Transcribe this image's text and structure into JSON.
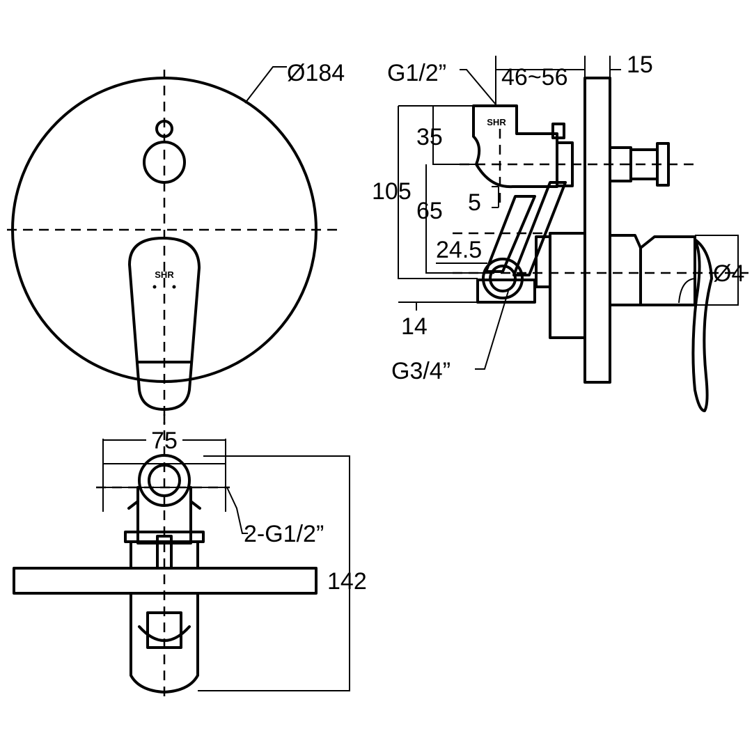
{
  "front_view": {
    "diameter_label": "Ø184",
    "logo_text": "SHR"
  },
  "side_view": {
    "inlet_thread_label": "G1/2”",
    "wall_depth_label": "46~56",
    "plate_thickness_label": "15",
    "height_35_label": "35",
    "height_105_label": "105",
    "height_65_label": "65",
    "offset_5_label": "5",
    "offset_24_5_label": "24.5",
    "diameter_small_label": "Ø4",
    "bottom_14_label": "14",
    "outlet_thread_label": "G3/4”",
    "logo_text": "SHR"
  },
  "bottom_view": {
    "width_label": "75",
    "inlets_label": "2-G1/2”",
    "depth_label": "142"
  }
}
